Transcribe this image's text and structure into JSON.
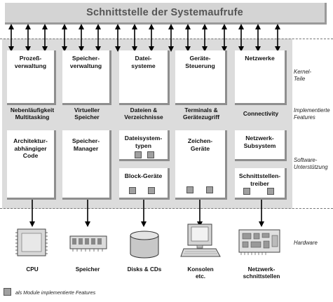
{
  "syscall_interface": "Schnittstelle der Systemaufrufe",
  "kernel_parts": [
    "Prozeß-\nverwaltung",
    "Speicher-\nverwaltung",
    "Datei-\nsysteme",
    "Geräte-\nSteuerung",
    "Netzwerke"
  ],
  "features": [
    "Nebenläufigkeit\nMultitasking",
    "Virtueller\nSpeicher",
    "Dateien &\nVerzeichnisse",
    "Terminals &\nGerätezugriff",
    "Connectivity"
  ],
  "software_support": {
    "arch_code": "Architektur-\nabhängiger\nCode",
    "memory_manager": "Speicher-\nManager",
    "fs_types": "Dateisystem-\ntypen",
    "block_devices": "Block-Geräte",
    "char_devices": "Zeichen-\nGeräte",
    "net_subsystem": "Netzwerk-\nSubsystem",
    "iface_drivers": "Schnittstellen-\ntreiber"
  },
  "side_labels": {
    "kernel": "Kernel-\nTeile",
    "features": "Implementierte\nFeatures",
    "software": "Software-\nUnterstützung",
    "hardware": "Hardware"
  },
  "hardware": [
    "CPU",
    "Speicher",
    "Disks & CDs",
    "Konsolen\netc.",
    "Netzwerk-\nschnittstellen"
  ],
  "legend": "als Module implementierte Features",
  "colors": {
    "panel": "#dcdcdc",
    "module": "#a0a0a0",
    "shadow": "#8e8e8e"
  }
}
